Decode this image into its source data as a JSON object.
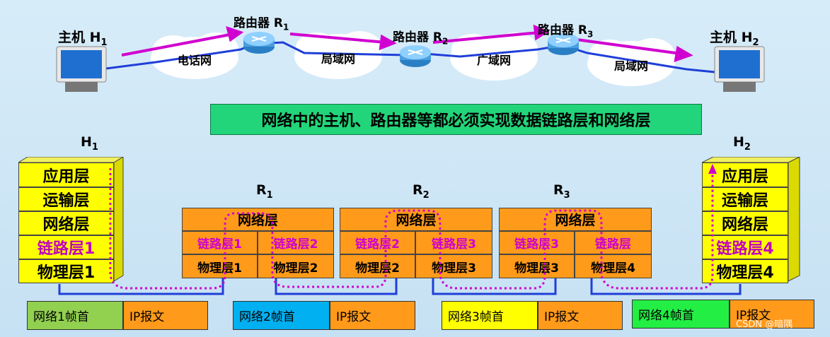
{
  "hosts": {
    "h1": {
      "label": "主机 H",
      "sub": "1"
    },
    "h2": {
      "label": "主机 H",
      "sub": "2"
    }
  },
  "routers": [
    {
      "label": "路由器 R",
      "sub": "1"
    },
    {
      "label": "路由器 R",
      "sub": "2"
    },
    {
      "label": "路由器 R",
      "sub": "3"
    }
  ],
  "clouds": [
    "电话网",
    "局域网",
    "广域网",
    "局域网"
  ],
  "banner": "网络中的主机、路由器等都必须实现数据链路层和网络层",
  "stacks": {
    "h1": {
      "label": "H",
      "sub": "1",
      "layers": [
        "应用层",
        "运输层",
        "网络层",
        "链路层1",
        "物理层1"
      ]
    },
    "h2": {
      "label": "H",
      "sub": "2",
      "layers": [
        "应用层",
        "运输层",
        "网络层",
        "链路层4",
        "物理层4"
      ]
    }
  },
  "router_stacks": [
    {
      "label": "R",
      "sub": "1",
      "net": "网络层",
      "links": [
        "链路层1",
        "链路层2"
      ],
      "phys": [
        "物理层1",
        "物理层2"
      ]
    },
    {
      "label": "R",
      "sub": "2",
      "net": "网络层",
      "links": [
        "链路层2",
        "链路层3"
      ],
      "phys": [
        "物理层2",
        "物理层3"
      ]
    },
    {
      "label": "R",
      "sub": "3",
      "net": "网络层",
      "links": [
        "链路层3",
        "链路层"
      ],
      "phys": [
        "物理层3",
        "物理层4"
      ]
    }
  ],
  "frames": [
    {
      "header": "网络1帧首",
      "payload": "IP报文",
      "header_color": "#92d050"
    },
    {
      "header": "网络2帧首",
      "payload": "IP报文",
      "header_color": "#00b0f0"
    },
    {
      "header": "网络3帧首",
      "payload": "IP报文",
      "header_color": "#ffff00"
    },
    {
      "header": "网络4帧首",
      "payload": "IP报文",
      "header_color": "#22ee44"
    }
  ],
  "colors": {
    "payload": "#ff9a1a",
    "layer": "#ffff00",
    "router_layer": "#ff9a1a",
    "path": "#d000d0",
    "wire": "#1f3fd8"
  },
  "watermark": "CSDN @暗隅"
}
